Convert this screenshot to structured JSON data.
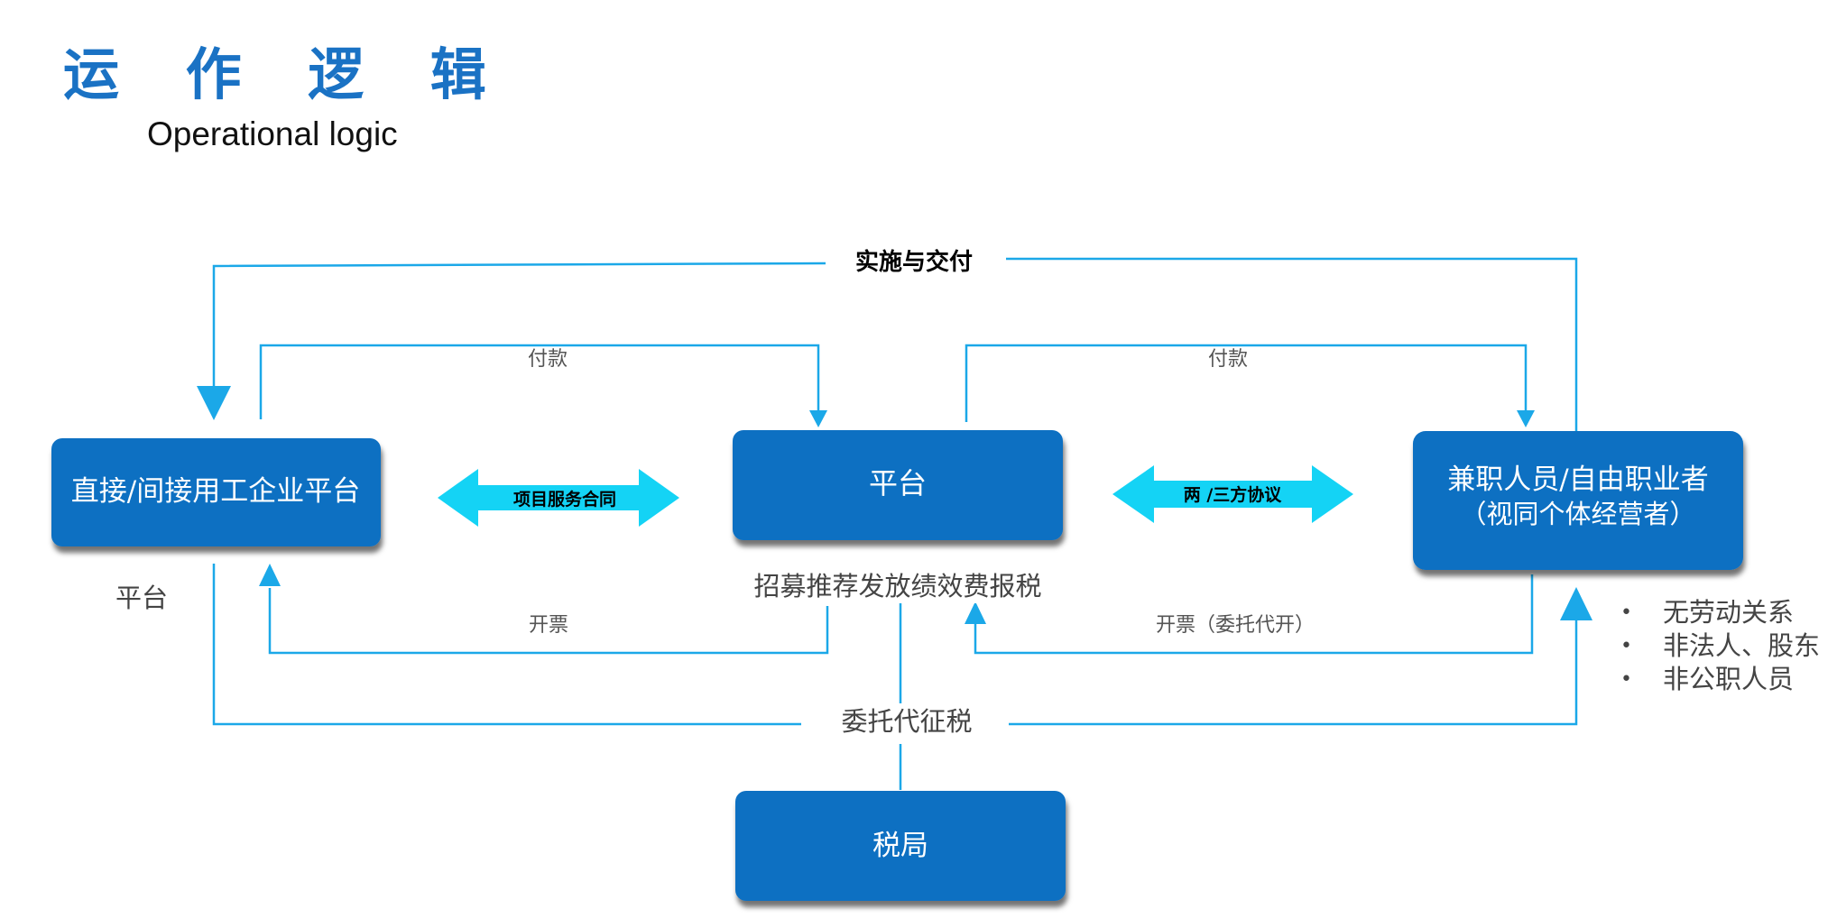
{
  "title_cn": "运 作 逻 辑",
  "title_en": "Operational logic",
  "nodes": {
    "enterprise": "直接/间接用工企业平台",
    "platform": "平台",
    "freelancer_line1": "兼职人员/自由职业者",
    "freelancer_line2": "（视同个体经营者）",
    "tax_bureau": "税局"
  },
  "labels": {
    "delivery": "实施与交付",
    "pay_left": "付款",
    "pay_right": "付款",
    "contract": "项目服务合同",
    "agreement": "两 /三方协议",
    "enterprise_sub": "平台",
    "platform_services": "招募推荐发放绩效费报税",
    "invoice_left": "开票",
    "invoice_right": "开票（委托代开）",
    "withhold_tax": "委托代征税"
  },
  "conditions": [
    "无劳动关系",
    "非法人、股东",
    "非公职人员"
  ],
  "colors": {
    "node_blue": "#0a6fc2",
    "line_blue": "#1ba8e8",
    "arrow_cyan": "#14d3f5",
    "title_blue": "#1a72c4"
  }
}
